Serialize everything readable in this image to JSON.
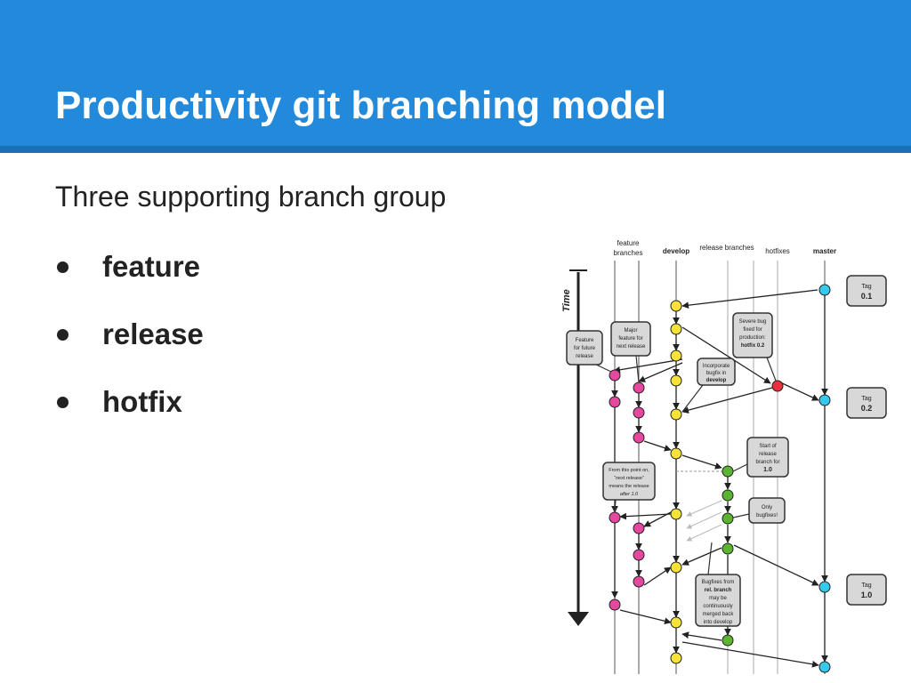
{
  "slide": {
    "title": "Productivity git branching model",
    "subtitle": "Three supporting branch group",
    "bullets": [
      "feature",
      "release",
      "hotfix"
    ]
  },
  "diagram": {
    "columns": {
      "feature_1": "feature",
      "feature_2": "branches",
      "develop": "develop",
      "release": "release branches",
      "hotfixes": "hotfixes",
      "master": "master"
    },
    "time_label": "Time",
    "tags": [
      {
        "line1": "Tag",
        "line2": "0.1"
      },
      {
        "line1": "Tag",
        "line2": "0.2"
      },
      {
        "line1": "Tag",
        "line2": "1.0"
      }
    ],
    "callouts": {
      "feature_future": [
        "Feature",
        "for future",
        "release"
      ],
      "major_feature": [
        "Major",
        "feature for",
        "next release"
      ],
      "severe_bug": [
        "Severe bug",
        "fixed for",
        "production:",
        "hotfix 0.2"
      ],
      "incorporate": [
        "Incorporate",
        "bugfix in",
        "develop"
      ],
      "start_release": [
        "Start of",
        "release",
        "branch for",
        "1.0"
      ],
      "from_this_point": [
        "From this point on,",
        "“next release”",
        "means the release",
        "after 1.0"
      ],
      "only_bugfixes": [
        "Only",
        "bugfixes!"
      ],
      "bugfixes_merged": [
        "Bugfixes from",
        "rel. branch",
        "may be",
        "continuously",
        "merged back",
        "into develop"
      ]
    },
    "colors": {
      "feature": "#e6479f",
      "develop": "#f7e337",
      "release": "#5cb531",
      "hotfix": "#e8313c",
      "master": "#35c9ee"
    }
  }
}
